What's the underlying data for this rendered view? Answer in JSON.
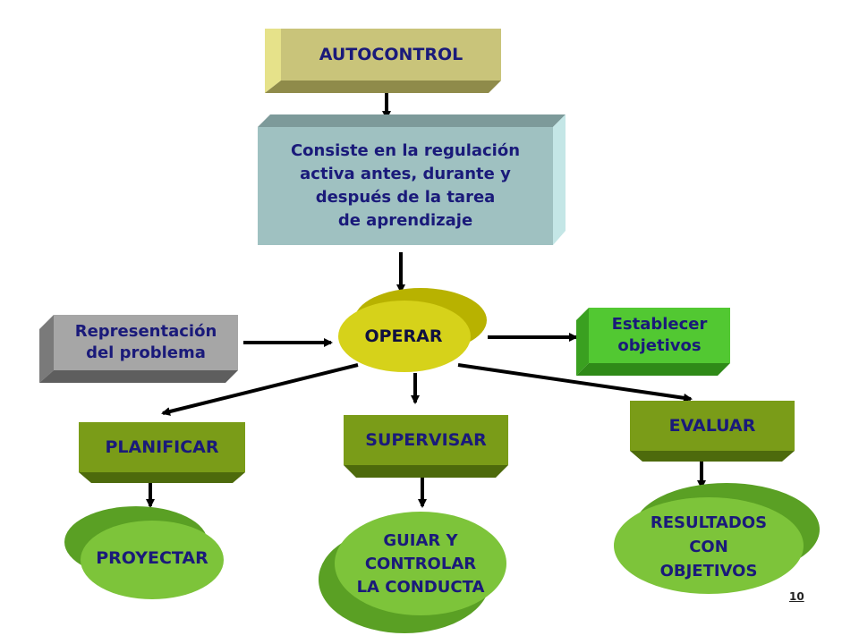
{
  "nodes": {
    "autocontrol": "AUTOCONTROL",
    "definition": "Consiste en la regulación\nactiva antes, durante y\ndespués de la tarea\nde aprendizaje",
    "operar": "OPERAR",
    "representacion": "Representación\ndel problema",
    "establecer": "Establecer\nobjetivos",
    "planificar": "PLANIFICAR",
    "supervisar": "SUPERVISAR",
    "evaluar": "EVALUAR",
    "proyectar": "PROYECTAR",
    "guiar": "GUIAR Y\nCONTROLAR\nLA CONDUCTA",
    "resultados": "RESULTADOS\nCON\nOBJETIVOS"
  },
  "page_number": "10",
  "colors": {
    "olive_top": "#c9c47a",
    "teal_box": "#9fc1c1",
    "yellow_ellipse": "#d6d21a",
    "grey_box": "#a6a6a6",
    "bright_green": "#52c832",
    "olive_green": "#7a9c18",
    "lime_ellipse": "#7dc43a",
    "text_navy": "#1a1a7a",
    "arrow": "#000000"
  }
}
